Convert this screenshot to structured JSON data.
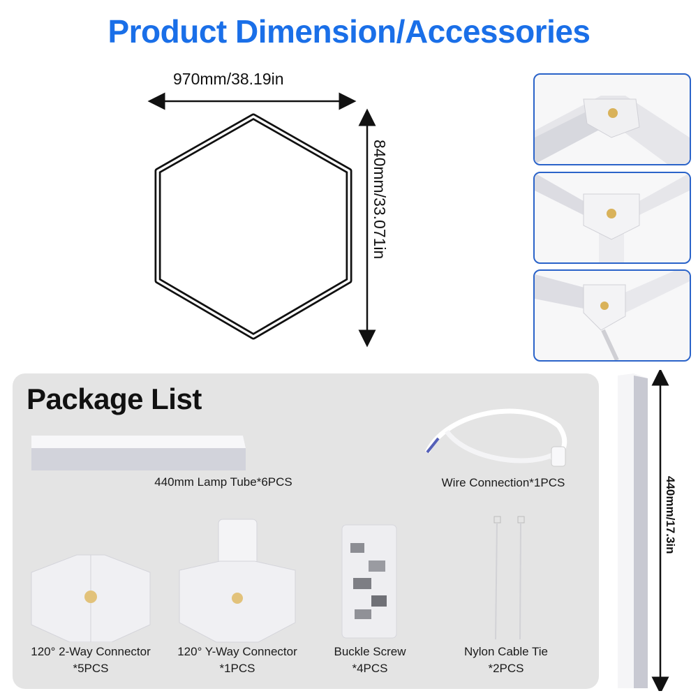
{
  "header": {
    "title": "Product Dimension/Accessories"
  },
  "dimensions": {
    "width_label": "970mm/38.19in",
    "height_label": "840mm/33.071in",
    "tube_length_label": "440mm/17.3in"
  },
  "photos": [
    {
      "name": "120-2-way-connection-photo"
    },
    {
      "name": "120-y-way-connection-photo"
    },
    {
      "name": "wire-connection-photo"
    }
  ],
  "package": {
    "title": "Package List",
    "items": [
      {
        "label": "440mm Lamp Tube*6PCS"
      },
      {
        "label": "Wire Connection*1PCS"
      },
      {
        "label": "120° 2-Way Connector",
        "qty": "*5PCS"
      },
      {
        "label": "120° Y-Way Connector",
        "qty": "*1PCS"
      },
      {
        "label": "Buckle Screw",
        "qty": "*4PCS"
      },
      {
        "label": "Nylon Cable Tie",
        "qty": "*2PCS"
      }
    ]
  },
  "colors": {
    "title_blue": "#1a6fe8",
    "frame_blue": "#2a63c9",
    "panel_gray": "#e4e4e4"
  }
}
